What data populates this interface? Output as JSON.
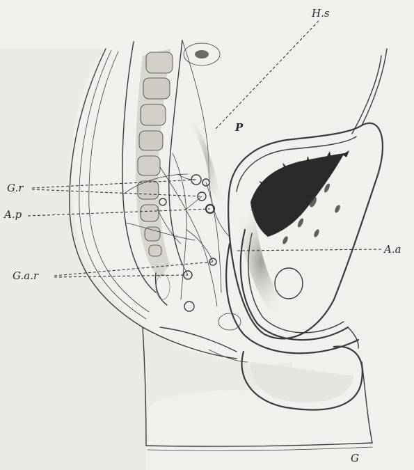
{
  "figure": {
    "labels": {
      "hs": "H.s",
      "p": "P",
      "gr": "G.r",
      "ap": "A.p",
      "aa": "A.a",
      "gar": "G.a.r",
      "g": "G"
    },
    "colors": {
      "paper": "#f2f0ec",
      "ink": "#3a3a3a",
      "shade": "#8c8a86",
      "dark": "#1e1e1e"
    }
  }
}
